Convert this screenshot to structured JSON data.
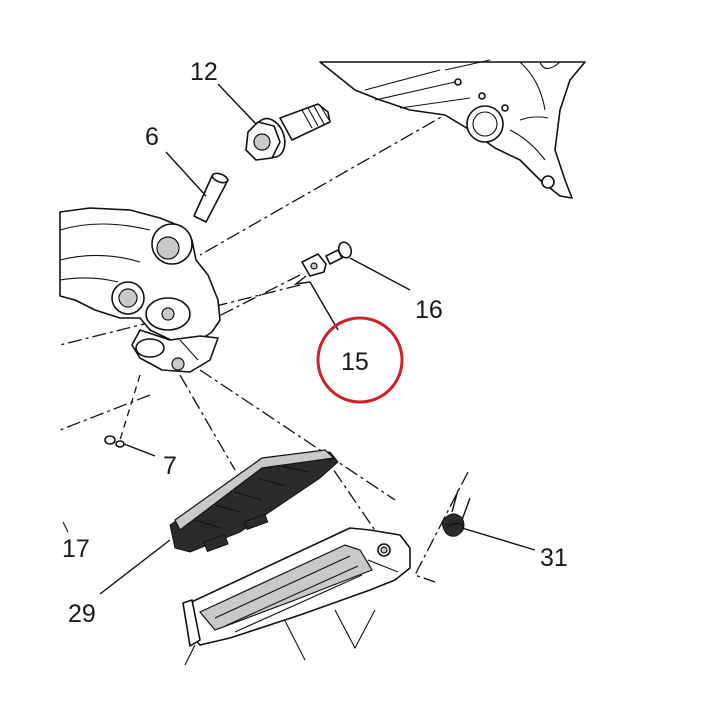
{
  "diagram": {
    "labels": {
      "l12": "12",
      "l6": "6",
      "l16": "16",
      "l15": "15",
      "l7": "7",
      "l17": "17",
      "l29": "29",
      "l31": "31"
    },
    "highlight": {
      "target": "15",
      "color": "#d0202e"
    }
  }
}
